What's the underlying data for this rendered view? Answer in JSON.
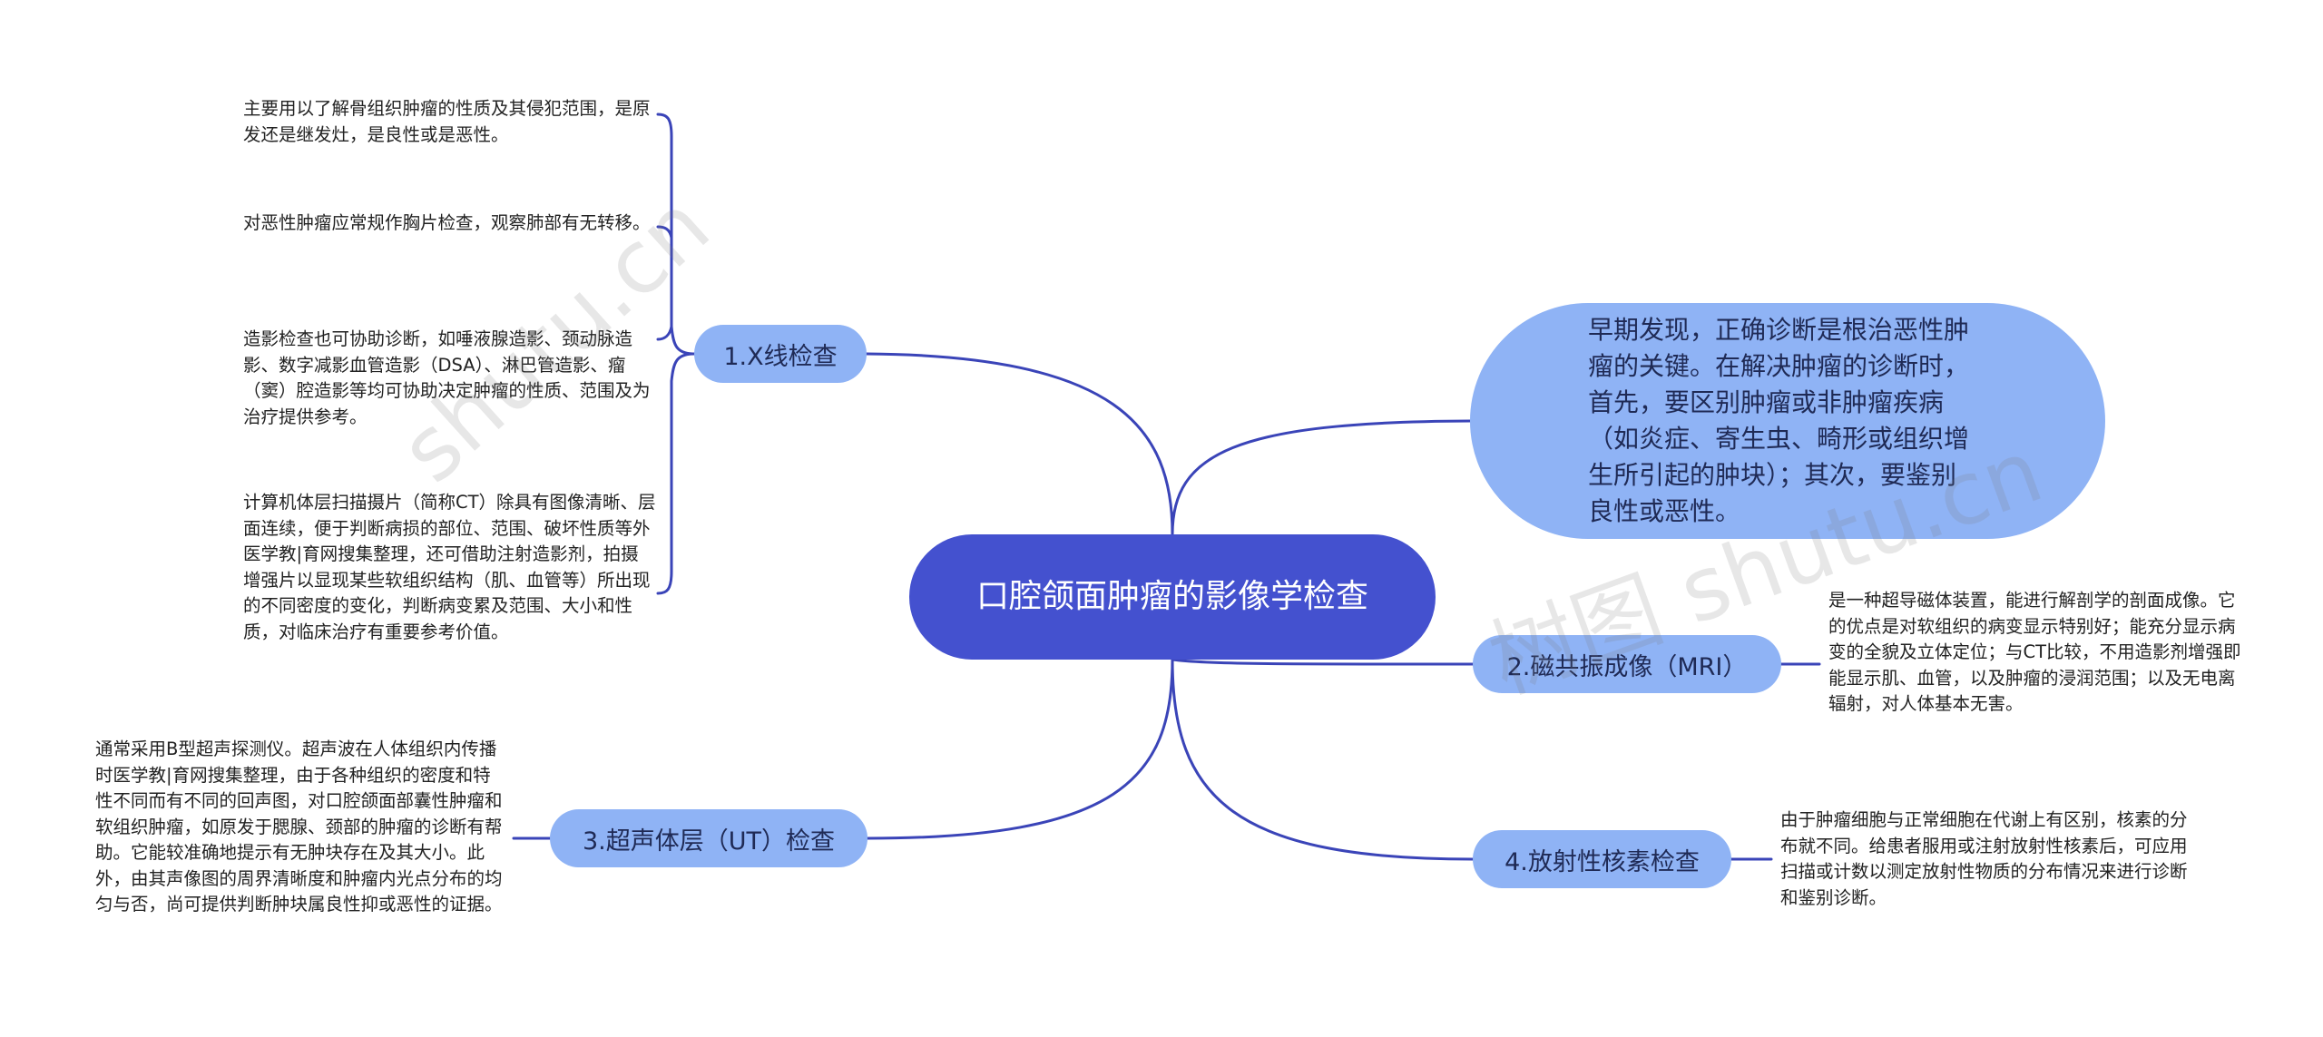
{
  "root": {
    "title": "口腔颌面肿瘤的影像学检查"
  },
  "branches": {
    "xray": {
      "label": "1.X线检查"
    },
    "mri": {
      "label": "2.磁共振成像（MRI）"
    },
    "ultrasound": {
      "label": "3.超声体层（UT）检查"
    },
    "nuclear": {
      "label": "4.放射性核素检查"
    }
  },
  "intro": {
    "text": "早期发现，正确诊断是根治恶性肿瘤的关键。在解决肿瘤的诊断时，首先，要区别肿瘤或非肿瘤疾病（如炎症、寄生虫、畸形或组织增生所引起的肿块）；其次，要鉴别良性或恶性。"
  },
  "leaves": {
    "xray_1": "主要用以了解骨组织肿瘤的性质及其侵犯范围，是原发还是继发灶，是良性或是恶性。",
    "xray_2": "对恶性肿瘤应常规作胸片检查，观察肺部有无转移。",
    "xray_3": "造影检查也可协助诊断，如唾液腺造影、颈动脉造影、数字减影血管造影（DSA）、淋巴管造影、瘤（窦）腔造影等均可协助决定肿瘤的性质、范围及为治疗提供参考。",
    "xray_4": "计算机体层扫描摄片（简称CT）除具有图像清晰、层面连续，便于判断病损的部位、范围、破坏性质等外医学教|育网搜集整理，还可借助注射造影剂，拍摄增强片以显现某些软组织结构（肌、血管等）所出现的不同密度的变化，判断病变累及范围、大小和性质，对临床治疗有重要参考价值。",
    "mri_1": "是一种超导磁体装置，能进行解剖学的剖面成像。它的优点是对软组织的病变显示特别好；能充分显示病变的全貌及立体定位；与CT比较，不用造影剂增强即能显示肌、血管，以及肿瘤的浸润范围；以及无电离辐射，对人体基本无害。",
    "ultrasound_1": "通常采用B型超声探测仪。超声波在人体组织内传播时医学教|育网搜集整理，由于各种组织的密度和特性不同而有不同的回声图，对口腔颌面部囊性肿瘤和软组织肿瘤，如原发于腮腺、颈部的肿瘤的诊断有帮助。它能较准确地提示有无肿块存在及其大小。此外，由其声像图的周界清晰度和肿瘤内光点分布的均匀与否，尚可提供判断肿块属良性抑或恶性的证据。",
    "nuclear_1": "由于肿瘤细胞与正常细胞在代谢上有区别，核素的分布就不同。给患者服用或注射放射性核素后，可应用扫描或计数以测定放射性物质的分布情况来进行诊断和鉴别诊断。"
  },
  "watermarks": [
    "shutu.cn",
    "树图 shutu.cn"
  ],
  "colors": {
    "root": "#4451cf",
    "branch": "#8fb3f5",
    "line": "#3a44b8"
  }
}
